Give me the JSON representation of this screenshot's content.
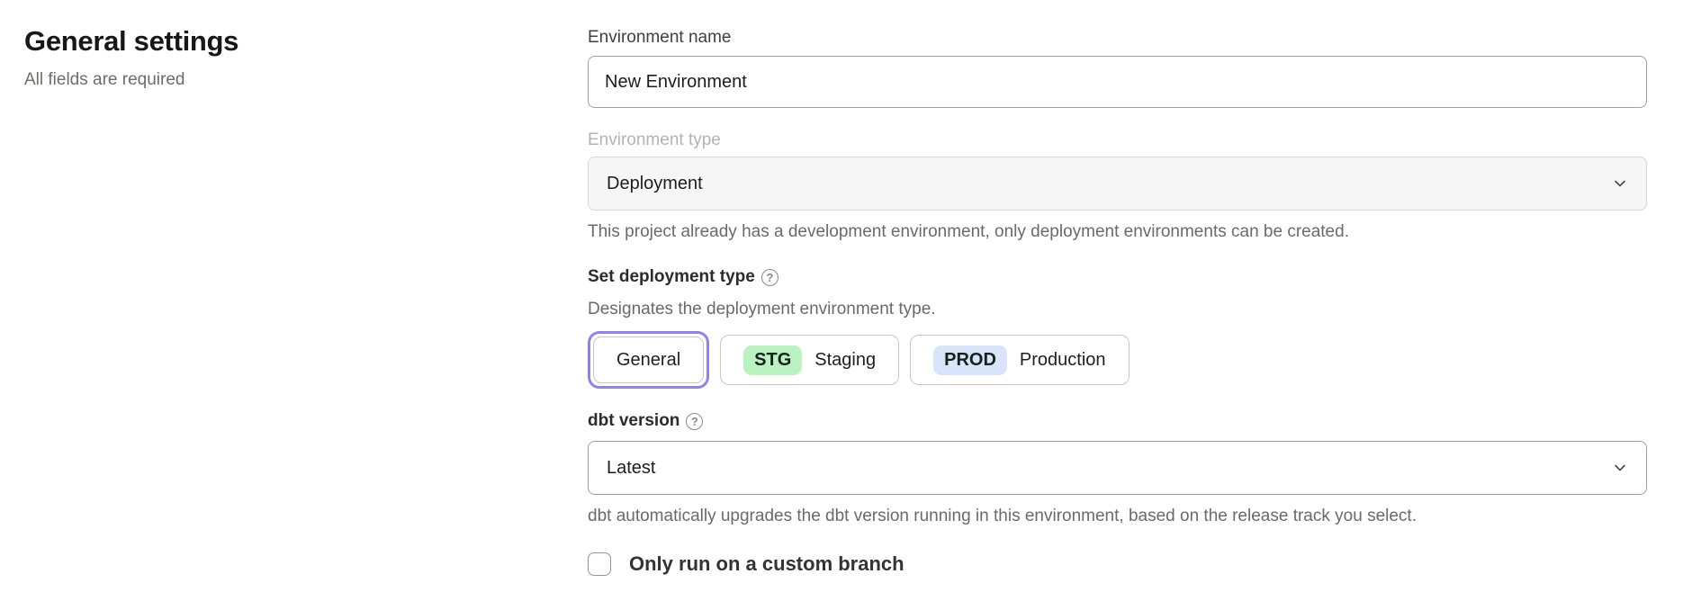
{
  "page": {
    "title": "General settings",
    "subtitle": "All fields are required"
  },
  "form": {
    "environment_name": {
      "label": "Environment name",
      "value": "New Environment"
    },
    "environment_type": {
      "label": "Environment type",
      "value": "Deployment",
      "disabled": true,
      "helper": "This project already has a development environment, only deployment environments can be created."
    },
    "deployment_type": {
      "label": "Set deployment type",
      "helper": "Designates the deployment environment type.",
      "options": [
        {
          "label": "General",
          "selected": true
        },
        {
          "badge": "STG",
          "label": "Staging",
          "badge_color": "#b9f3c1",
          "selected": false
        },
        {
          "badge": "PROD",
          "label": "Production",
          "badge_color": "#d7e4fa",
          "selected": false
        }
      ]
    },
    "dbt_version": {
      "label": "dbt version",
      "value": "Latest",
      "helper": "dbt automatically upgrades the dbt version running in this environment, based on the release track you select."
    },
    "custom_branch": {
      "label": "Only run on a custom branch",
      "checked": false
    }
  },
  "icons": {
    "help": "?",
    "chevron_down": "v"
  },
  "colors": {
    "accent_ring": "#8f82f0",
    "staging_badge": "#b9f3c1",
    "production_badge": "#d7e4fa",
    "disabled_field_bg": "#f6f6f6"
  }
}
